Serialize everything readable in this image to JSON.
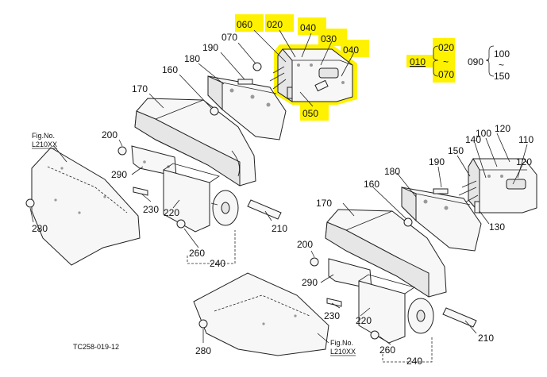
{
  "diagram": {
    "highlight_color": "#FFF200",
    "line_color": "#222222",
    "callouts": {
      "p060": "060",
      "p020_top": "020",
      "p040_a": "040",
      "p030": "030",
      "p040_b": "040",
      "p050": "050",
      "p070_top": "070",
      "p190_top": "190",
      "p180_top": "180",
      "p160_top": "160",
      "p170_top": "170",
      "p200_top": "200",
      "p290_top": "290",
      "p230_top": "230",
      "p220_top": "220",
      "p210_top": "210",
      "p260_top": "260",
      "p240_top": "240",
      "p280_top": "280",
      "p100": "100",
      "p120_a": "120",
      "p150": "150",
      "p140": "140",
      "p110": "110",
      "p120_b": "120",
      "p190_bot": "190",
      "p180_bot": "180",
      "p160_bot": "160",
      "p130": "130",
      "p170_bot": "170",
      "p200_bot": "200",
      "p290_bot": "290",
      "p230_bot": "230",
      "p220_bot": "220",
      "p210_bot": "210",
      "p260_bot": "260",
      "p240_bot": "240",
      "p280_bot": "280"
    },
    "legend": {
      "p010": "010",
      "p020": "020",
      "tilde_a": "~",
      "p070": "070",
      "p090": "090",
      "p100": "100",
      "tilde_b": "~",
      "p150": "150"
    },
    "figref_top": {
      "line1": "Fig.No.",
      "line2": "L210XX"
    },
    "figref_bot": {
      "line1": "Fig.No.",
      "line2": "L210XX"
    },
    "drawing_code": "TC258-019-12"
  }
}
